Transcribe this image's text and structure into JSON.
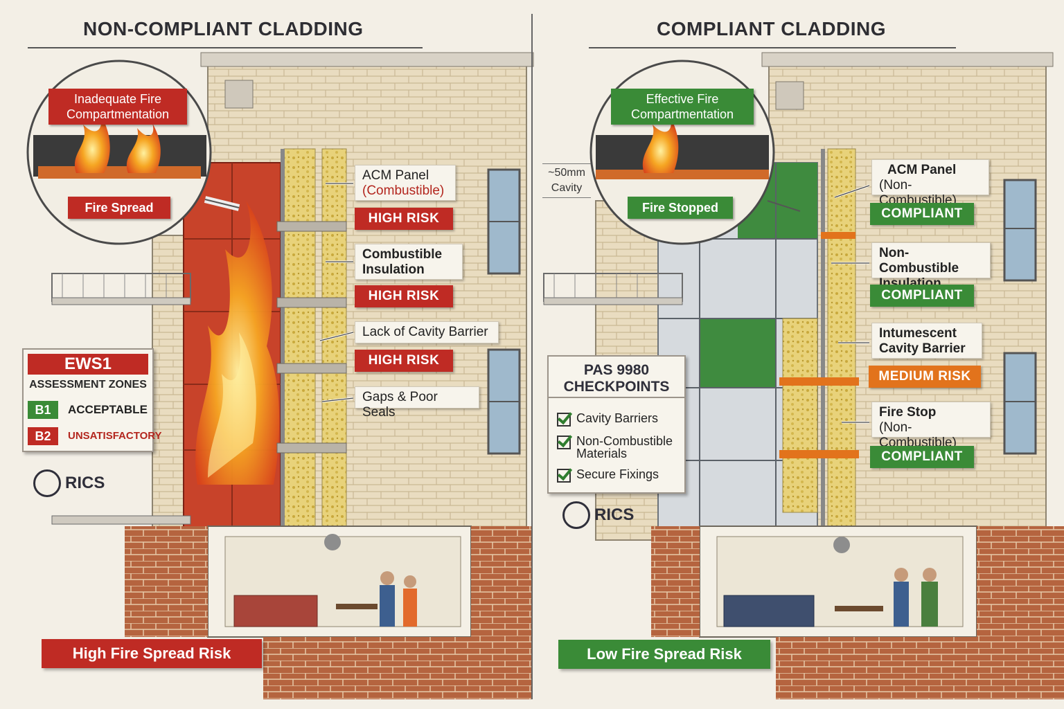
{
  "left": {
    "title": "NON-COMPLIANT CLADDING",
    "circle": {
      "top_label": "Inadequate Fire Compartmentation",
      "bottom_label": "Fire Spread"
    },
    "callouts": [
      {
        "line1": "ACM Panel",
        "line2": "(Combustible)",
        "badge": "HIGH RISK"
      },
      {
        "line1": "Combustible",
        "line2": "Insulation",
        "badge": "HIGH RISK"
      },
      {
        "line1": "Lack of Cavity Barrier",
        "line2": "",
        "badge": "HIGH RISK"
      },
      {
        "line1": "Gaps & Poor Seals",
        "line2": "",
        "badge": ""
      }
    ],
    "legend": {
      "title": "EWS1",
      "subtitle": "ASSESSMENT ZONES",
      "rows": [
        {
          "code": "B1",
          "text": "ACCEPTABLE"
        },
        {
          "code": "B2",
          "text": "UNSATISFACTORY"
        }
      ]
    },
    "logo": "RICS",
    "footer": "High Fire Spread Risk"
  },
  "right": {
    "title": "COMPLIANT CLADDING",
    "cavity_note": {
      "line1": "~50mm",
      "line2": "Cavity"
    },
    "circle": {
      "top_label": "Effective Fire Compartmentation",
      "bottom_label": "Fire Stopped"
    },
    "callouts": [
      {
        "line1": "ACM Panel",
        "line2": "(Non-Combustible)",
        "badge": "COMPLIANT"
      },
      {
        "line1": "Non-Combustible",
        "line2": "Insulation",
        "badge": "COMPLIANT"
      },
      {
        "line1": "Intumescent",
        "line2": "Cavity Barrier",
        "badge": "MEDIUM RISK"
      },
      {
        "line1": "Fire Stop",
        "line2": "(Non-Combustible)",
        "badge": "COMPLIANT"
      }
    ],
    "checklist": {
      "title_line1": "PAS 9980",
      "title_line2": "CHECKPOINTS",
      "items": [
        "Cavity Barriers",
        "Non-Combustible Materials",
        "Secure Fixings"
      ]
    },
    "logo": "RICS",
    "footer": "Low Fire Spread Risk"
  },
  "colors": {
    "high_risk": "#bf2b24",
    "compliant": "#3a8b37",
    "medium_risk": "#e2731c",
    "brick": "#a8583a",
    "render": "#ece4d0"
  }
}
